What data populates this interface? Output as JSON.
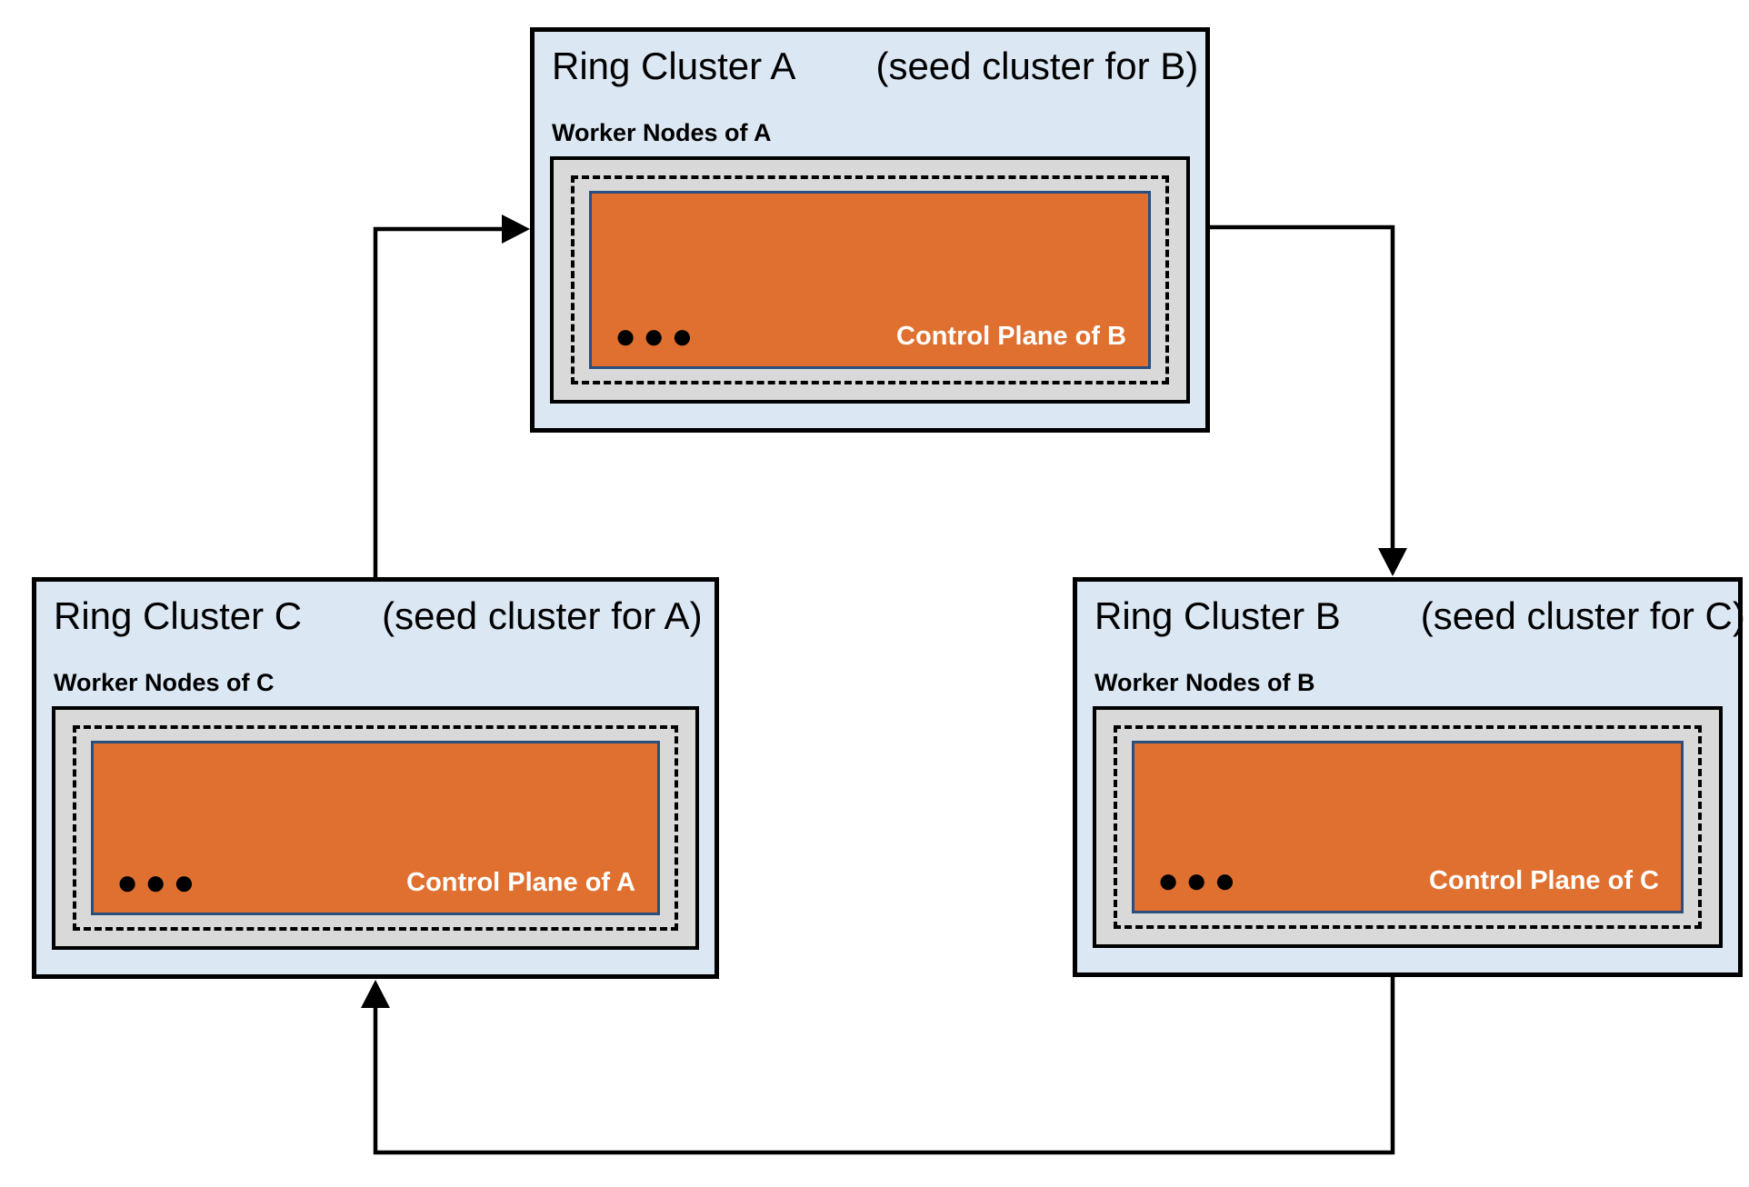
{
  "clusters": [
    {
      "name": "Ring Cluster A",
      "seed_note": "(seed cluster for B)",
      "worker_label": "Worker Nodes of A",
      "control_plane_label": "Control Plane of B"
    },
    {
      "name": "Ring Cluster B",
      "seed_note": "(seed cluster for C)",
      "worker_label": "Worker Nodes of B",
      "control_plane_label": "Control Plane of C"
    },
    {
      "name": "Ring Cluster C",
      "seed_note": "(seed cluster for A)",
      "worker_label": "Worker Nodes of C",
      "control_plane_label": "Control Plane of A"
    }
  ],
  "edges": [
    {
      "from": "Ring Cluster C",
      "to": "Ring Cluster A"
    },
    {
      "from": "Ring Cluster A",
      "to": "Ring Cluster B"
    },
    {
      "from": "Ring Cluster B",
      "to": "Ring Cluster C"
    }
  ],
  "icons": {
    "ellipsis": "●●●"
  },
  "colors": {
    "cluster_fill": "#dbe7f3",
    "cluster_border": "#000000",
    "worker_area_fill": "#d9d9d9",
    "dashed_border": "#000000",
    "control_plane_fill": "#e0702f",
    "control_plane_border": "#2b4e7e",
    "control_plane_text": "#ffffff",
    "arrow": "#000000"
  }
}
